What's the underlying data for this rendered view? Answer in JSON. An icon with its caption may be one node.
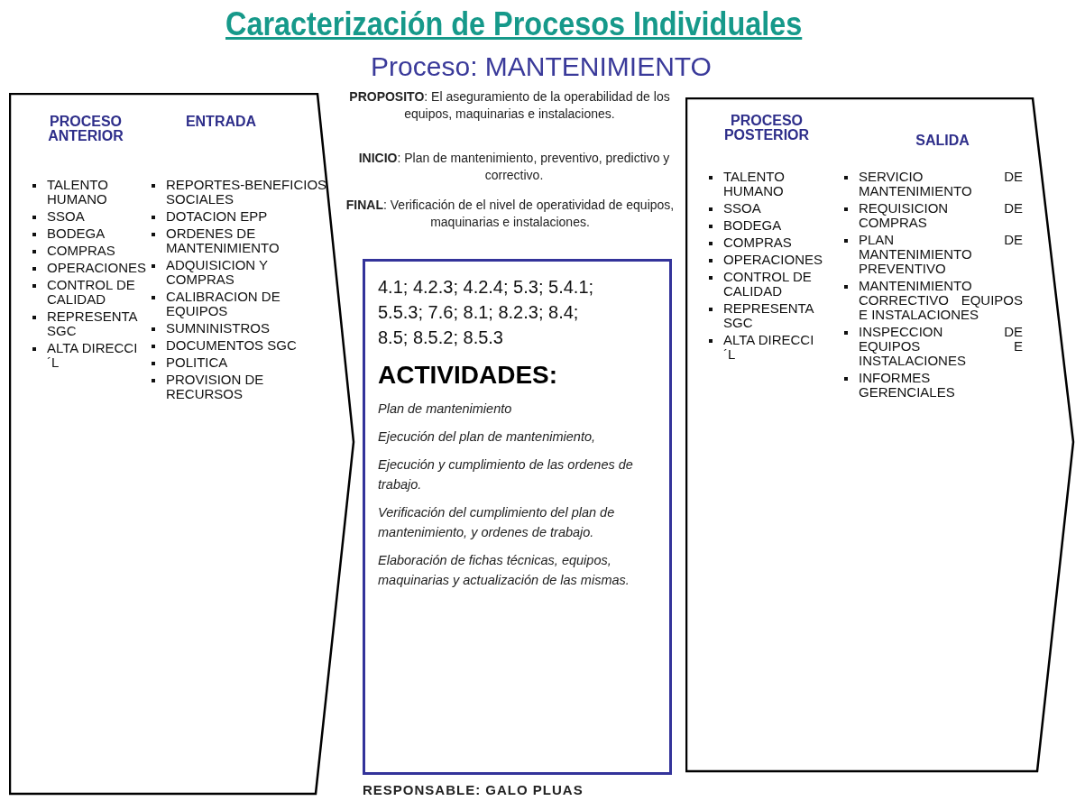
{
  "diagram": {
    "title": "Caracterización de Procesos Individuales",
    "nodes": [
      {
        "text": [
          "PROCESO ANTERIOR",
          "ENTRADA",
          "TALENTO HUMANO",
          "SSOA",
          "BODEGA",
          "COMPRAS",
          "OPERACIONES",
          "CONTROL DE CALIDAD",
          "REPRESENTA SGC",
          "ALTA DIRECCI´L",
          "REPORTES-BENEFICIOS SOCIALES",
          "DOTACION EPP",
          "ORDENES DE MANTENIMIENTO",
          "ADQUISICION Y COMPRAS",
          "CALIBRACION DE EQUIPOS",
          "SUMNINISTROS",
          "DOCUMENTOS SGC",
          "POLITICA",
          "PROVISION DE RECURSOS"
        ]
      },
      {
        "text": [
          "4.1; 4.2.3; 4.2.4; 5.3; 5.4.1; 5.5.3; 7.6; 8.1; 8.2.3; 8.4; 8.5; 8.5.2; 8.5.3",
          "ACTIVIDADES:",
          "Plan de mantenimiento",
          "Ejecución del plan de mantenimiento,",
          "Ejecución y cumplimiento de las ordenes de trabajo.",
          "Verificación del cumplimiento del plan de mantenimiento, y ordenes de trabajo.",
          "Elaboración de fichas técnicas, equipos, maquinarias y actualización de las mismas."
        ]
      },
      {
        "text": [
          "PROCESO POSTERIOR",
          "SALIDA",
          "TALENTO HUMANO",
          "SSOA",
          "BODEGA",
          "COMPRAS",
          "OPERACIONES",
          "CONTROL DE CALIDAD",
          "REPRESENTA SGC",
          "ALTA DIRECCI´L",
          "SERVICIO DE MANTENIMIENTO",
          "REQUISICION DE COMPRAS",
          "PLAN DE MANTENIMIENTO PREVENTIVO",
          "MANTENIMIENTO CORRECTIVO EQUIPOS E INSTALACIONES",
          "INSPECCION DE EQUIPOS E INSTALACIONES",
          "INFORMES GERENCIALES"
        ]
      }
    ],
    "edges": [],
    "labels": [
      "Proceso: MANTENIMIENTO",
      "**PROPOSITO**: El aseguramiento de la operabilidad de los equipos, maquinarias e instalaciones.",
      "**INICIO**: Plan de mantenimiento, preventivo, predictivo y correctivo.",
      "**FINAL**: Verificación de el nivel de operatividad de equipos, maquinarias e instalaciones.",
      "**RESPONSABLE: GALO PLUAS**"
    ]
  }
}
